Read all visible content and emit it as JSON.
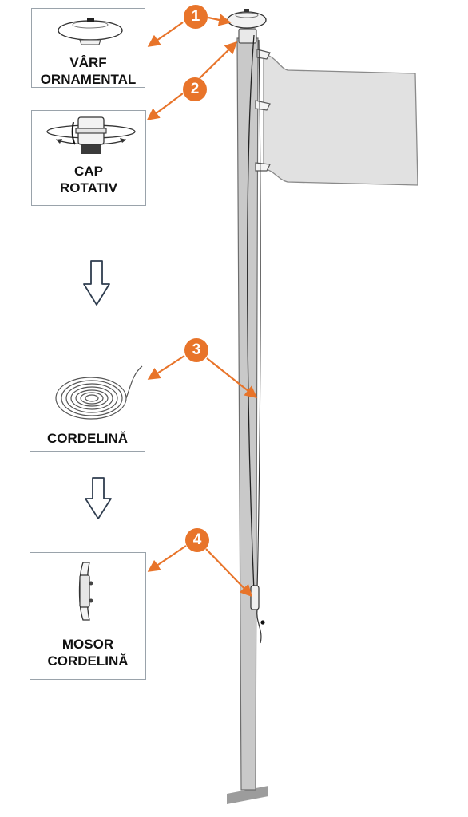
{
  "colors": {
    "accent": "#e8742a",
    "pole": "#c9c9c9",
    "flag": "#e1e1e1",
    "card_border": "#9aa3ab",
    "flow_arrow": "#2f3d4f"
  },
  "components": [
    {
      "number": "1",
      "label": "VÂRF\nORNAMENTAL",
      "icon": "ornamental-tip-icon"
    },
    {
      "number": "2",
      "label": "CAP\nROTATIV",
      "icon": "rotating-head-icon"
    },
    {
      "number": "3",
      "label": "CORDELINĂ",
      "icon": "rope-coil-icon"
    },
    {
      "number": "4",
      "label": "MOSOR\nCORDELINĂ",
      "icon": "rope-cleat-icon"
    }
  ]
}
